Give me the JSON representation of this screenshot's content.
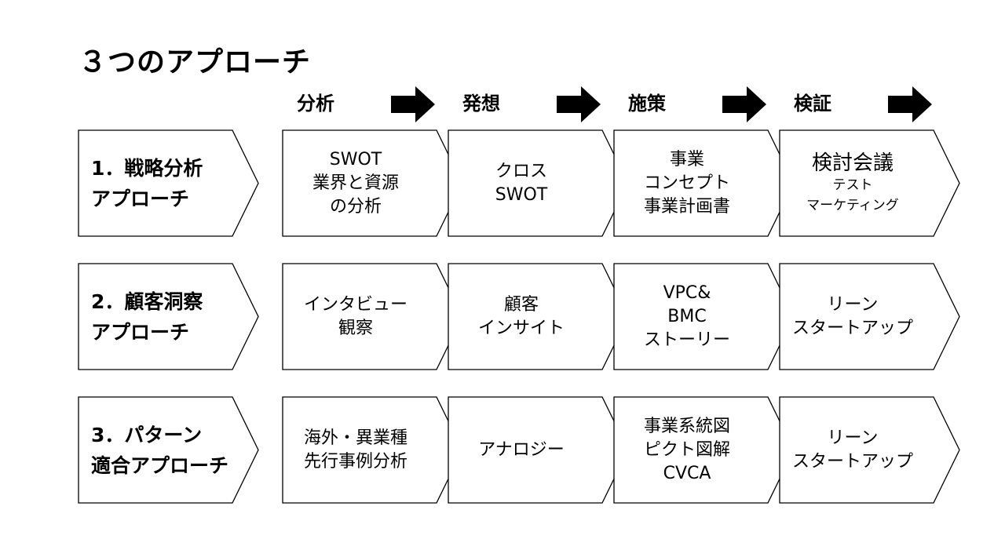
{
  "title": "３つのアプローチ",
  "phases": [
    "分析",
    "発想",
    "施策",
    "検証"
  ],
  "rows": [
    {
      "header": "1．戦略分析\nアプローチ",
      "cells": [
        {
          "main": "SWOT\n業界と資源\nの分析"
        },
        {
          "main": "クロス\nSWOT"
        },
        {
          "main": "事業\nコンセプト\n事業計画書"
        },
        {
          "main": "検討会議",
          "sub": "テスト\nマーケティング"
        }
      ]
    },
    {
      "header": "2．顧客洞察\nアプローチ",
      "cells": [
        {
          "main": "インタビュー\n観察"
        },
        {
          "main": "顧客\nインサイト"
        },
        {
          "main": "VPC&\nBMC\nストーリー"
        },
        {
          "main": "リーン\nスタートアップ"
        }
      ]
    },
    {
      "header": "3．パターン\n適合アプローチ",
      "cells": [
        {
          "main": "海外・異業種\n先行事例分析"
        },
        {
          "main": "アナロジー"
        },
        {
          "main": "事業系統図\nピクト図解\nCVCA"
        },
        {
          "main": "リーン\nスタートアップ"
        }
      ]
    }
  ]
}
